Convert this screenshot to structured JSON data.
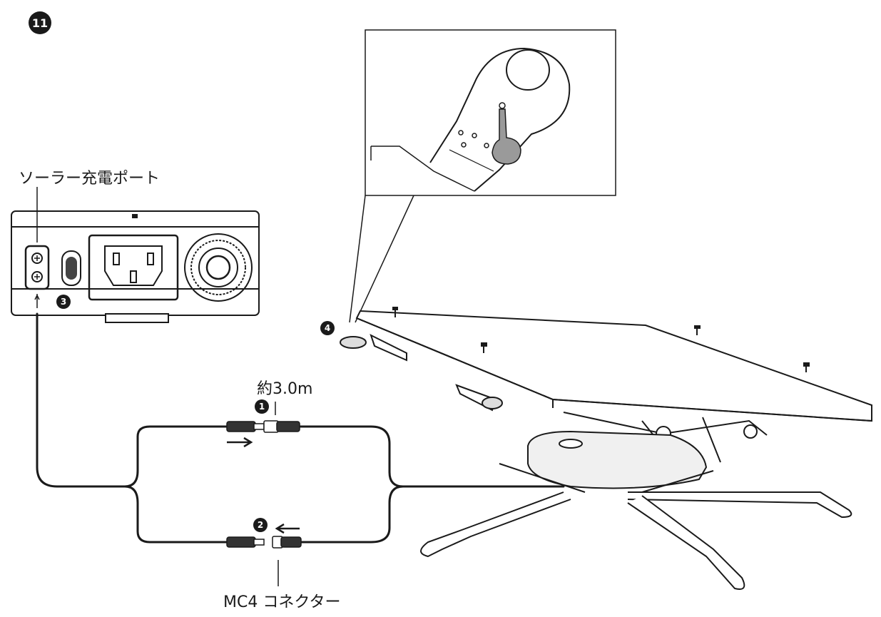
{
  "step_number": "11",
  "labels": {
    "solar_port": "ソーラー充電ポート",
    "cable_length": "約3.0m",
    "connector": "MC4 コネクター"
  },
  "markers": [
    "1",
    "2",
    "3",
    "4"
  ],
  "colors": {
    "ink": "#1a1a1a",
    "panel_fill": "#ffffff",
    "accent_gray": "#9a9a9a"
  }
}
